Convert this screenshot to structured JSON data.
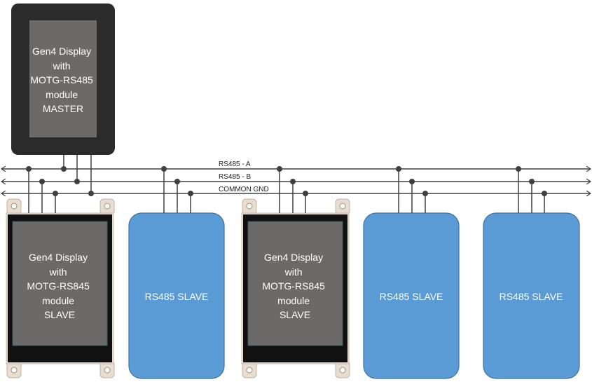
{
  "master": {
    "lines": [
      "Gen4 Display",
      "with",
      "MOTG-RS485",
      "module",
      "MASTER"
    ]
  },
  "bus": {
    "lines": [
      {
        "label": "RS485 - A"
      },
      {
        "label": "RS485 - B"
      },
      {
        "label": "COMMON GND"
      }
    ]
  },
  "nodes": [
    {
      "type": "display",
      "lines": [
        "Gen4 Display",
        "with",
        "MOTG-RS845",
        "module",
        "SLAVE"
      ]
    },
    {
      "type": "slave",
      "label": "RS485 SLAVE"
    },
    {
      "type": "display",
      "lines": [
        "Gen4 Display",
        "with",
        "MOTG-RS845",
        "module",
        "SLAVE"
      ]
    },
    {
      "type": "slave",
      "label": "RS485 SLAVE"
    },
    {
      "type": "slave",
      "label": "RS485 SLAVE"
    }
  ],
  "colors": {
    "master_body": "#2b2b2b",
    "screen": "#6b6a68",
    "slave_fill": "#5b9bd5",
    "slave_stroke": "#41719c",
    "bus_line": "#404040",
    "frame_beige": "#e9ddd0"
  }
}
